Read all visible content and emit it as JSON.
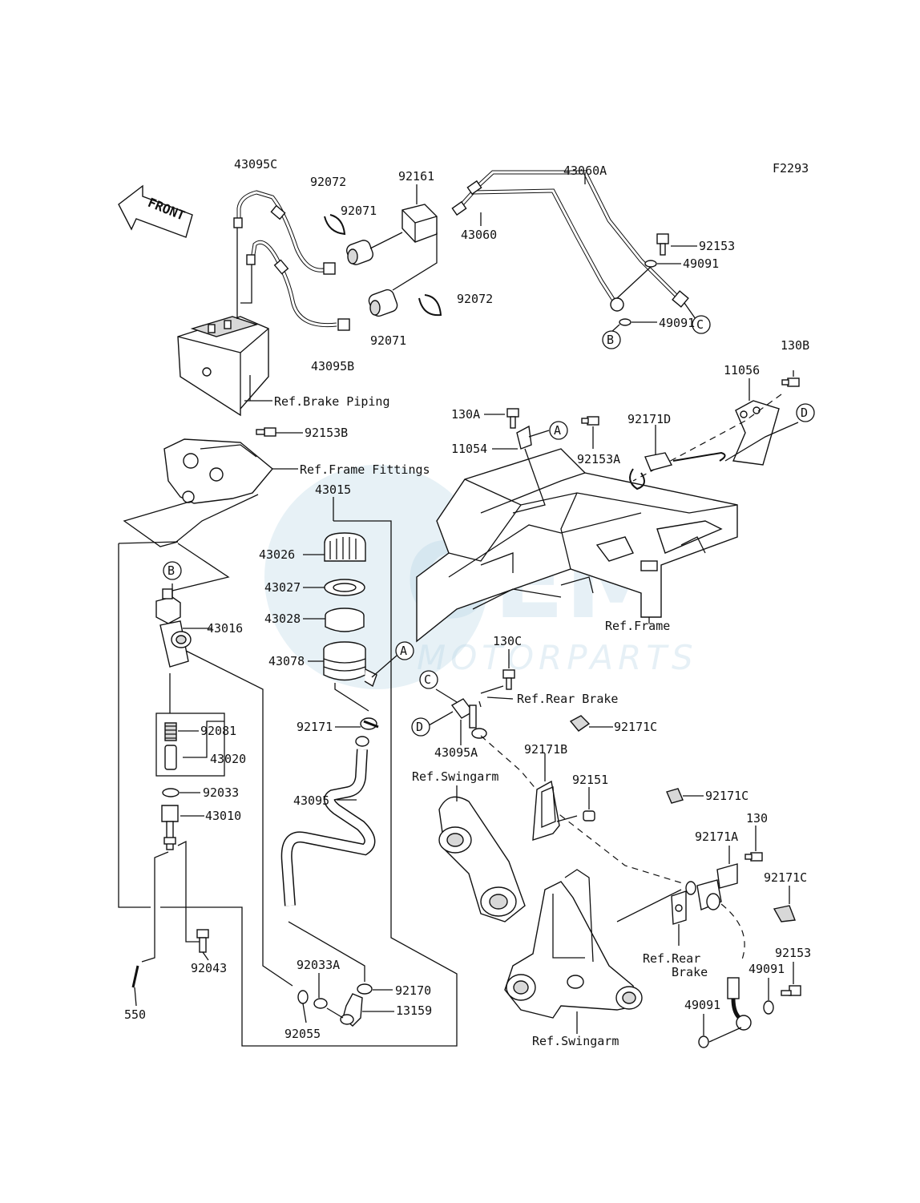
{
  "figure_code": "F2293",
  "front_label": "FRONT",
  "watermark": {
    "logo": "OEM",
    "text": "MOTORPARTS"
  },
  "part_labels": {
    "p43095C": "43095C",
    "p92072a": "92072",
    "p92071a": "92071",
    "p92161": "92161",
    "p43060A": "43060A",
    "p43060": "43060",
    "p92153": "92153",
    "p49091a": "49091",
    "p49091b": "49091",
    "p92072b": "92072",
    "p92071b": "92071",
    "p43095B": "43095B",
    "p130B": "130B",
    "p11056": "11056",
    "p130A": "130A",
    "p92171D": "92171D",
    "p11054": "11054",
    "p92153A": "92153A",
    "p92153B": "92153B",
    "p43015": "43015",
    "p43026": "43026",
    "p43027": "43027",
    "p43028": "43028",
    "p43078": "43078",
    "p43016": "43016",
    "p92081": "92081",
    "p43020": "43020",
    "p92033": "92033",
    "p43010": "43010",
    "p92171": "92171",
    "p43095": "43095",
    "p130C": "130C",
    "p92171C_a": "92171C",
    "p43095A": "43095A",
    "p92171B": "92171B",
    "p92151": "92151",
    "p92171C_b": "92171C",
    "p130": "130",
    "p92171A": "92171A",
    "p92171C_c": "92171C",
    "p92153b": "92153",
    "p49091c": "49091",
    "p49091d": "49091",
    "p92043": "92043",
    "p550": "550",
    "p92033A": "92033A",
    "p92170": "92170",
    "p13159": "13159",
    "p92055": "92055"
  },
  "ref_labels": {
    "brake_piping": "Ref.Brake Piping",
    "frame_fittings": "Ref.Frame Fittings",
    "frame": "Ref.Frame",
    "rear_brake_a": "Ref.Rear Brake",
    "swingarm_a": "Ref.Swingarm",
    "rear_brake_b_1": "Ref.Rear",
    "rear_brake_b_2": "Brake",
    "swingarm_b": "Ref.Swingarm"
  },
  "callouts": {
    "A1": "A",
    "A2": "A",
    "B1": "B",
    "B2": "B",
    "C1": "C",
    "C2": "C",
    "D1": "D",
    "D2": "D"
  }
}
